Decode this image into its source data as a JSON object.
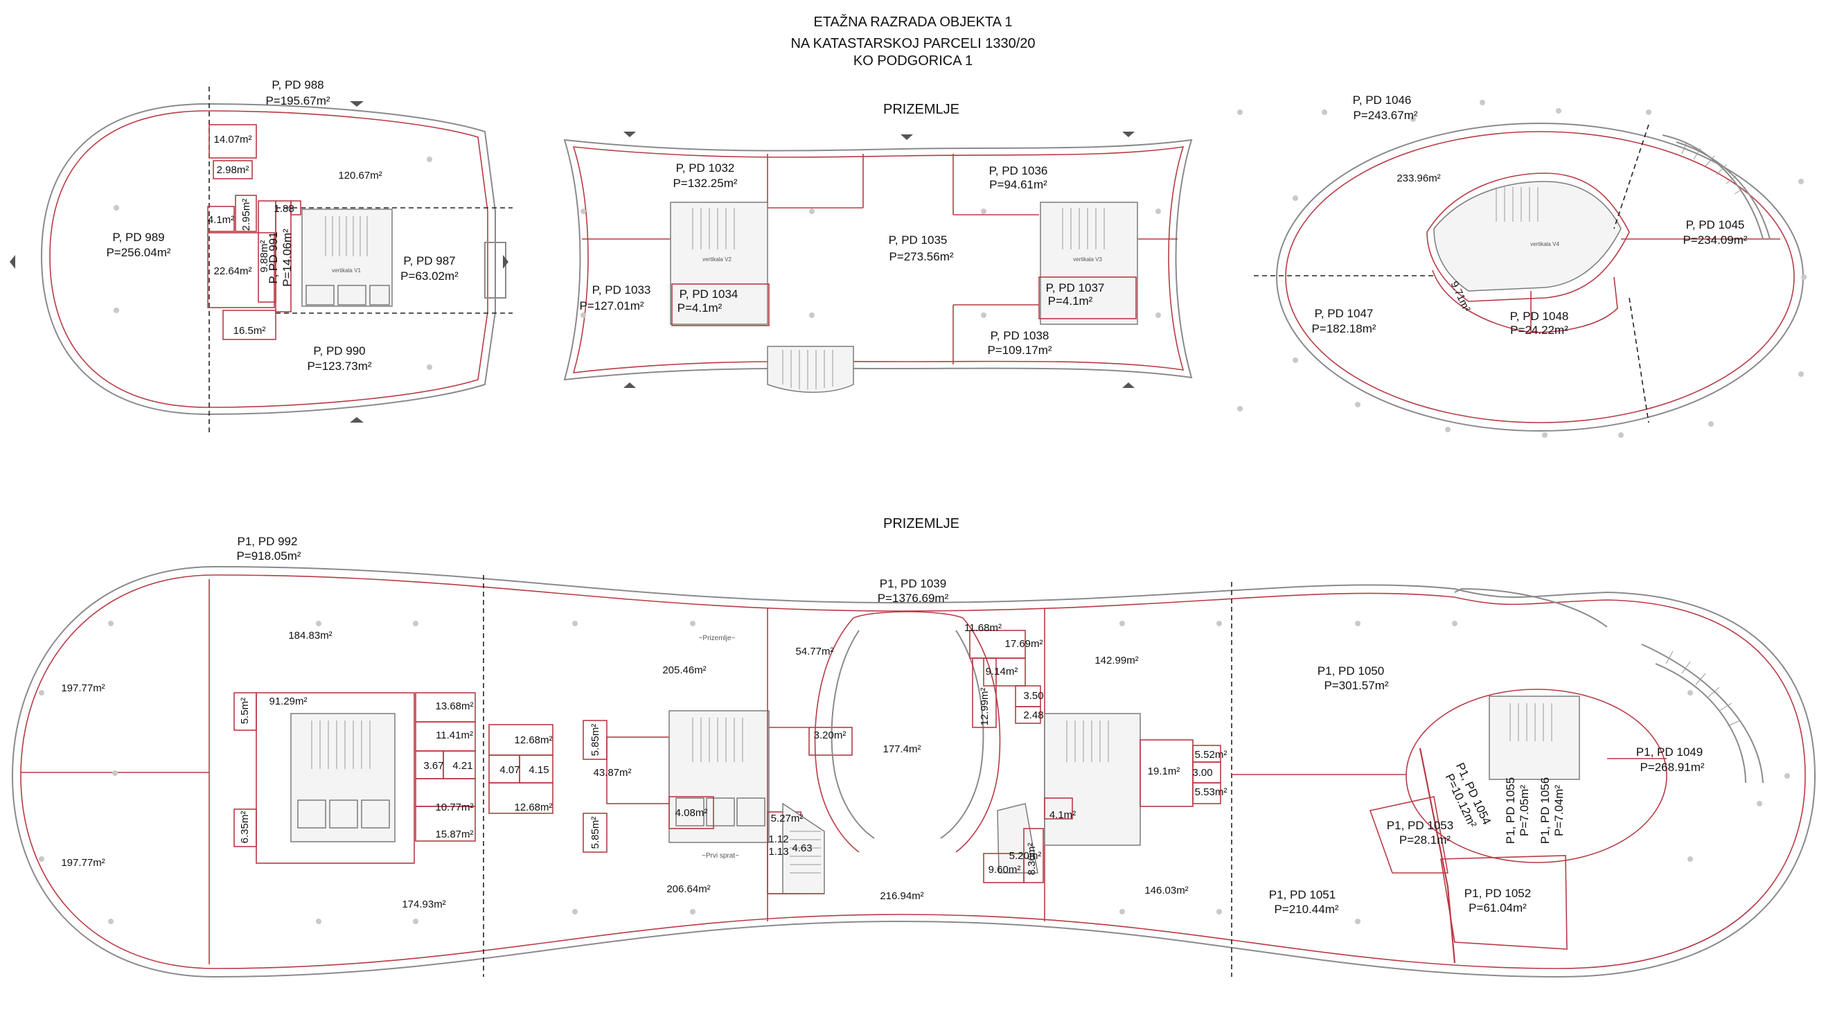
{
  "title": {
    "line1": "ETAŽNA RAZRADA OBJEKTA 1",
    "line2": "NA KATASTARSKOJ PARCELI 1330/20",
    "line3": "KO PODGORICA 1"
  },
  "sections": {
    "top": "PRIZEMLJE",
    "bottom": "PRIZEMLJE"
  },
  "top_left": {
    "pd988": {
      "name": "P, PD 988",
      "area": "P=195.67m²"
    },
    "pd989": {
      "name": "P, PD 989",
      "area": "P=256.04m²"
    },
    "pd987": {
      "name": "P, PD 987",
      "area": "P=63.02m²"
    },
    "pd990": {
      "name": "P, PD 990",
      "area": "P=123.73m²"
    },
    "pd991": {
      "name": "P, PD 991",
      "area": "P=14.06m²"
    },
    "rooms": [
      "14.07m²",
      "2.98m²",
      "120.67m²",
      "2.95m²",
      "4.1m²",
      "1.88",
      "22.64m²",
      "9.88m²",
      "16.5m²"
    ],
    "core": "vertikala V1"
  },
  "top_middle": {
    "pd1032": {
      "name": "P, PD 1032",
      "area": "P=132.25m²"
    },
    "pd1036": {
      "name": "P, PD 1036",
      "area": "P=94.61m²"
    },
    "pd1035": {
      "name": "P, PD 1035",
      "area": "P=273.56m²"
    },
    "pd1033": {
      "name": "P, PD 1033",
      "area": "P=127.01m²"
    },
    "pd1034": {
      "name": "P, PD 1034",
      "area": "P=4.1m²"
    },
    "pd1037": {
      "name": "P, PD 1037",
      "area": "P=4.1m²"
    },
    "pd1038": {
      "name": "P, PD 1038",
      "area": "P=109.17m²"
    },
    "core_left": "vertikala V2",
    "core_right": "vertikala V3"
  },
  "top_right": {
    "pd1046": {
      "name": "P, PD 1046",
      "area": "P=243.67m²"
    },
    "room": "233.96m²",
    "pd1045": {
      "name": "P, PD 1045",
      "area": "P=234.09m²"
    },
    "pd1047": {
      "name": "P, PD 1047",
      "area": "P=182.18m²"
    },
    "pd1048": {
      "name": "P, PD 1048",
      "area": "P=24.22m²"
    },
    "small": "9.71m²",
    "core": "vertikala V4"
  },
  "bottom": {
    "pd992": {
      "name": "P1, PD 992",
      "area": "P=918.05m²"
    },
    "pd1039": {
      "name": "P1, PD 1039",
      "area": "P=1376.69m²"
    },
    "pd1050": {
      "name": "P1, PD 1050",
      "area": "P=301.57m²"
    },
    "pd1049": {
      "name": "P1, PD 1049",
      "area": "P=268.91m²"
    },
    "pd1053": {
      "name": "P1, PD 1053",
      "area": "P=28.1m²"
    },
    "pd1054": {
      "name": "P1, PD 1054",
      "area": "P=10.12m²"
    },
    "pd1055": {
      "name": "P1, PD 1055",
      "area": "P=7.05m²"
    },
    "pd1056": {
      "name": "P1, PD 1056",
      "area": "P=7.04m²"
    },
    "pd1051": {
      "name": "P1, PD 1051",
      "area": "P=210.44m²"
    },
    "pd1052": {
      "name": "P1, PD 1052",
      "area": "P=61.04m²"
    },
    "rooms": {
      "r184": "184.83m²",
      "r197a": "197.77m²",
      "r197b": "197.77m²",
      "r91": "91.29m²",
      "r55": "5.5m²",
      "r635": "6.35m²",
      "r174": "174.93m²",
      "r1368": "13.68m²",
      "r1141": "11.41m²",
      "r367": "3.67",
      "r421": "4.21",
      "r1077": "10.77m²",
      "r1587": "15.87m²",
      "r1268a": "12.68m²",
      "r407": "4.07",
      "r415": "4.15",
      "r1268b": "12.68m²",
      "r585a": "5.85m²",
      "r585b": "5.85m²",
      "r4387": "43.87m²",
      "r205": "205.46m²",
      "r5477": "54.77m²",
      "r320": "3.20m²",
      "r408": "4.08m²",
      "r527": "5.27m²",
      "r112": "1.12",
      "r113": "1.13",
      "r463": "4.63",
      "r206": "206.64m²",
      "r1774": "177.4m²",
      "r216": "216.94m²",
      "r1168": "11.68m²",
      "r1769": "17.69m²",
      "r914": "9.14m²",
      "r1299": "12.99m²",
      "r350": "3.50",
      "r248": "2.48",
      "r142": "142.99m²",
      "r191": "19.1m²",
      "r552": "5.52m²",
      "r300": "3.00",
      "r553": "5.53m²",
      "r520": "5.20m²",
      "r41b": "4.1m²",
      "r960": "9.60m²",
      "r836": "8.36m²",
      "r146": "146.03m²"
    },
    "notes": {
      "prizemlje": "~Prizemlje~",
      "prvi": "~Prvi sprat~"
    }
  }
}
